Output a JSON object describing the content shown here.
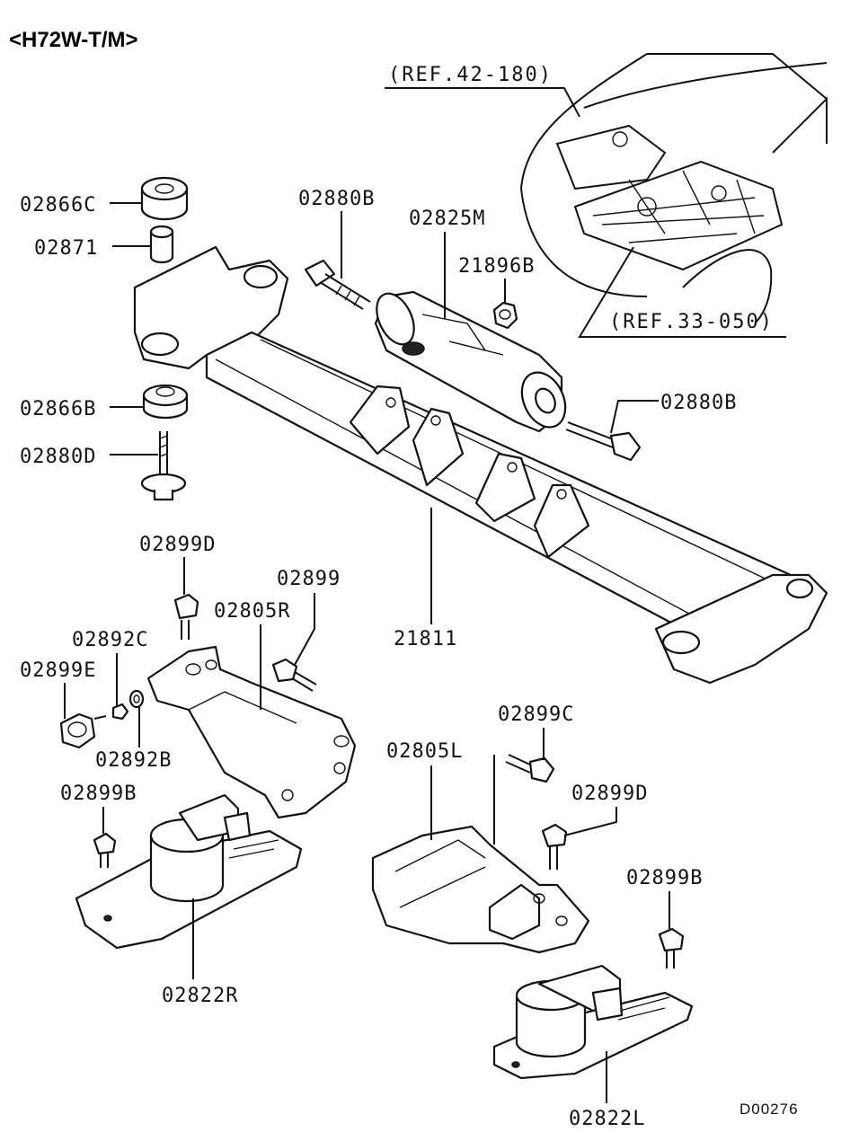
{
  "title": "<H72W-T/M>",
  "diagram_code": "D00276",
  "references": {
    "ref1": "(REF.42-180)",
    "ref2": "(REF.33-050)"
  },
  "parts": {
    "p02866C": "02866C",
    "p02871": "02871",
    "p02880B_top": "02880B",
    "p02825M": "02825M",
    "p21896B": "21896B",
    "p02880B_right": "02880B",
    "p02866B": "02866B",
    "p02880D": "02880D",
    "p02899D_left": "02899D",
    "p02899": "02899",
    "p02805R": "02805R",
    "p21811": "21811",
    "p02892C": "02892C",
    "p02899E": "02899E",
    "p02892B": "02892B",
    "p02899C": "02899C",
    "p02805L": "02805L",
    "p02899B_left": "02899B",
    "p02899D_right": "02899D",
    "p02899B_right": "02899B",
    "p02822R": "02822R",
    "p02822L": "02822L"
  }
}
